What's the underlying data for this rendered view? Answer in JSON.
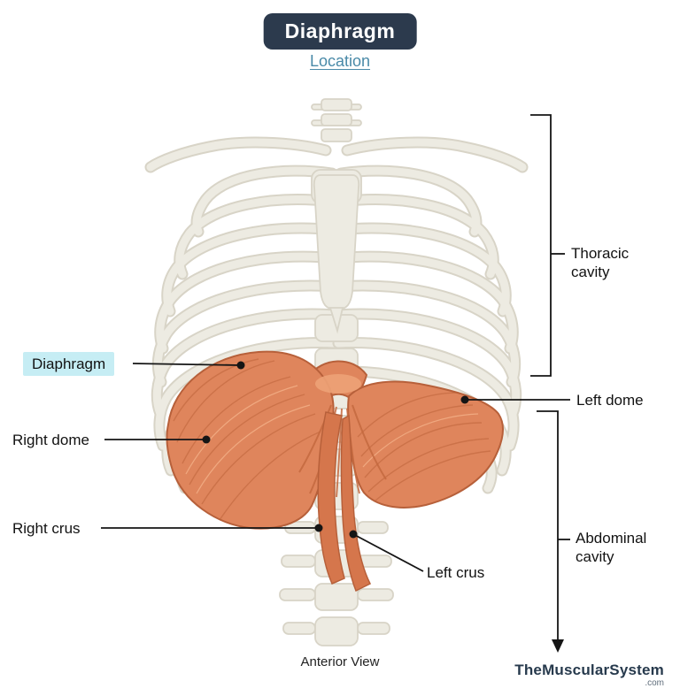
{
  "header": {
    "title": "Diaphragm",
    "subtitle": "Location"
  },
  "annotations": {
    "diaphragm": "Diaphragm",
    "right_dome": "Right dome",
    "right_crus": "Right crus",
    "left_crus": "Left crus",
    "left_dome": "Left dome",
    "thoracic_cavity": "Thoracic cavity",
    "abdominal_cavity": "Abdominal cavity"
  },
  "footer": {
    "caption": "Anterior View",
    "brand": "TheMuscularSystem",
    "brand_suffix": ".com"
  },
  "colors": {
    "title_bg": "#2c3a4d",
    "title_text": "#ffffff",
    "subtitle": "#4a8aa8",
    "highlight": "#c6edf4",
    "muscle": "#df855c",
    "muscle_dark": "#b7603a",
    "bone": "#edebe2",
    "bone_outline": "#d8d4c7",
    "line": "#151515",
    "brand": "#273a4d"
  }
}
